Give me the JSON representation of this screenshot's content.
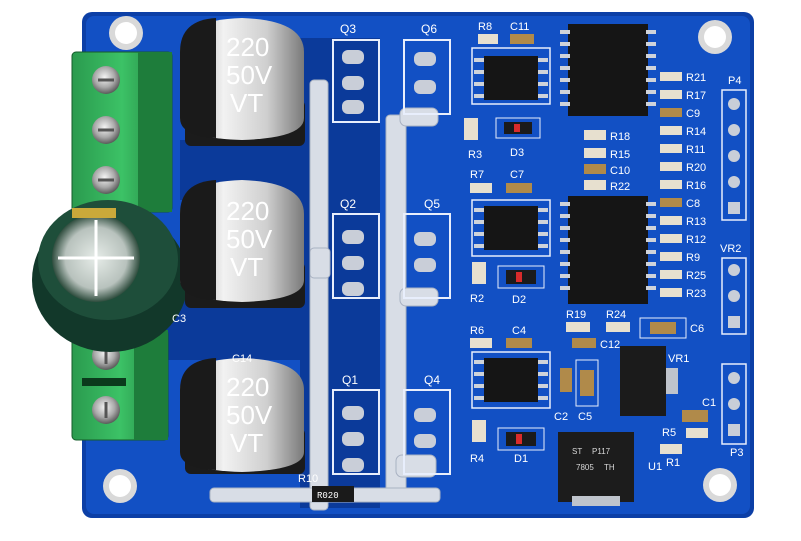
{
  "capacitors": {
    "value": "220",
    "voltage": "50V",
    "series": "VT"
  },
  "mosfet_labels": [
    "Q3",
    "Q6",
    "Q2",
    "Q5",
    "Q1",
    "Q4"
  ],
  "left_labels": [
    "C3",
    "C14"
  ],
  "upper_driver": {
    "resistor_top": "R8",
    "cap_top": "C11",
    "resistor_side": "R3",
    "diode": "D3"
  },
  "mid_driver": {
    "resistor_top": "R7",
    "cap_top": "C7",
    "resistor_side": "R2",
    "diode": "D2"
  },
  "low_driver": {
    "resistor_top": "R6",
    "cap_top": "C4",
    "resistor_side": "R4",
    "diode": "D1"
  },
  "resistor_column": [
    "R21",
    "R17",
    "C9",
    "R14",
    "R11",
    "R20",
    "R16",
    "C8",
    "R13",
    "R12",
    "R9",
    "R25",
    "R23"
  ],
  "center_column": [
    "R18",
    "R15",
    "C10",
    "R22"
  ],
  "lower_right": {
    "r19": "R19",
    "r24": "R24",
    "c12": "C12",
    "c6": "C6",
    "vr1": "VR1",
    "c2": "C2",
    "c5": "C5",
    "c1": "C1",
    "r5": "R5",
    "r1": "R1",
    "u1": "U1"
  },
  "headers": {
    "p4": "P4",
    "vr2": "VR2",
    "p3": "P3"
  },
  "shunt": {
    "ref": "R10",
    "marking": "R020"
  },
  "regulator_marking": [
    "ST",
    "P117",
    "7805",
    "TH"
  ]
}
